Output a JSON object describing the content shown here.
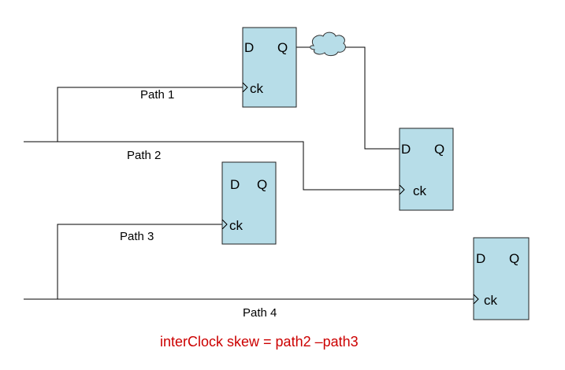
{
  "colors": {
    "flipflop_fill": "#b7dde8",
    "cloud_fill": "#b7dde8",
    "wire": "#000000",
    "formula_text": "#cc0000"
  },
  "flipflops": [
    {
      "d": "D",
      "q": "Q",
      "clk": "ck"
    },
    {
      "d": "D",
      "q": "Q",
      "clk": "ck"
    },
    {
      "d": "D",
      "q": "Q",
      "clk": "ck"
    },
    {
      "d": "D",
      "q": "Q",
      "clk": "ck"
    }
  ],
  "paths": {
    "path1": "Path 1",
    "path2": "Path 2",
    "path3": "Path 3",
    "path4": "Path 4"
  },
  "formula": "interClock skew = path2 –path3",
  "icons": {
    "cloud": "combinational-logic-cloud-icon",
    "clock_pin": "clock-triangle-icon"
  }
}
